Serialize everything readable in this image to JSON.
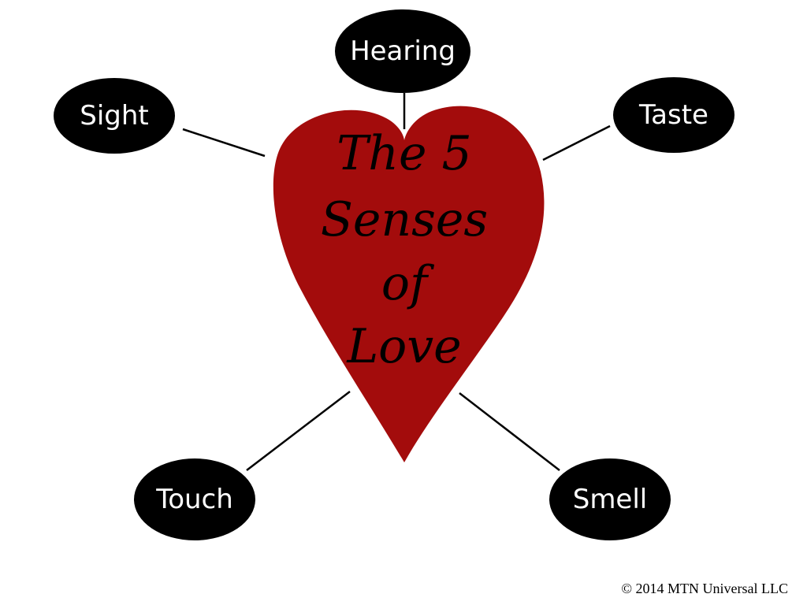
{
  "diagram": {
    "center_title": {
      "line1": "The 5",
      "line2": "Senses",
      "line3": "of",
      "line4": "Love"
    },
    "senses": {
      "hearing": "Hearing",
      "sight": "Sight",
      "taste": "Taste",
      "touch": "Touch",
      "smell": "Smell"
    },
    "colors": {
      "heart_fill": "#a30c0c",
      "node_fill": "#000000",
      "node_text": "#ffffff",
      "connector": "#000000"
    }
  },
  "footer": {
    "copyright": "© 2014 MTN Universal LLC"
  }
}
